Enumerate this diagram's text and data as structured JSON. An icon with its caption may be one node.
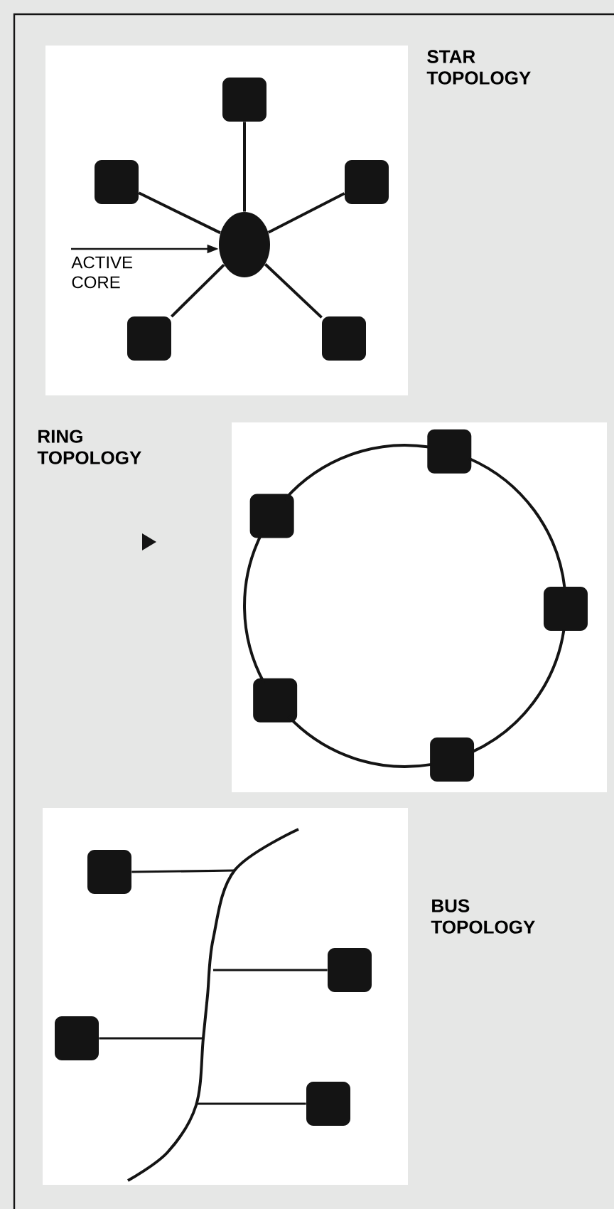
{
  "diagram": {
    "nodes": [
      {
        "text": [],
        "shape": "box"
      },
      {
        "text": [],
        "shape": "box",
        "in": 0
      },
      {
        "text": [],
        "shape": "box",
        "in": 0
      },
      {
        "text": [],
        "shape": "box",
        "in": 0
      },
      {
        "text": [],
        "shape": "circle",
        "in": 0
      },
      {
        "text": [
          "ACTIVE CORE"
        ],
        "in": 0
      },
      {
        "text": [],
        "shape": "box",
        "in": 0
      },
      {
        "text": [],
        "shape": "box",
        "in": 0
      },
      {
        "text": [],
        "shape": "box"
      },
      {
        "text": [],
        "shape": "box",
        "in": 8
      },
      {
        "text": [],
        "shape": "box",
        "in": 8
      },
      {
        "text": [],
        "shape": "box",
        "in": 8
      },
      {
        "text": [],
        "shape": "box",
        "in": 8
      },
      {
        "text": [],
        "shape": "box",
        "in": 8
      },
      {
        "text": [],
        "shape": "box"
      },
      {
        "text": [],
        "shape": "line",
        "in": 14
      },
      {
        "text": [],
        "shape": "box",
        "in": 14
      },
      {
        "text": [],
        "shape": "box",
        "in": 14
      },
      {
        "text": [],
        "shape": "box",
        "in": 14
      },
      {
        "text": [],
        "shape": "box",
        "in": 14
      }
    ],
    "edges": [
      {
        "from": 4,
        "to": 1,
        "arrow": "none"
      },
      {
        "from": 4,
        "to": 2,
        "arrow": "none"
      },
      {
        "from": 4,
        "to": 3,
        "arrow": "none"
      },
      {
        "from": 4,
        "to": 6,
        "arrow": "none"
      },
      {
        "from": 4,
        "to": 7,
        "arrow": "none"
      },
      {
        "from": 5,
        "to": 4,
        "arrow": "to"
      },
      {
        "from": 9,
        "to": 11,
        "arrow": "none"
      },
      {
        "from": 11,
        "to": 13,
        "arrow": "none"
      },
      {
        "from": 13,
        "to": 12,
        "arrow": "none"
      },
      {
        "from": 12,
        "to": 10,
        "arrow": "none"
      },
      {
        "from": 10,
        "to": 9,
        "arrow": "none"
      },
      {
        "from": 16,
        "to": 15,
        "arrow": "none"
      },
      {
        "from": 15,
        "to": 17,
        "arrow": "none"
      },
      {
        "from": 18,
        "to": 15,
        "arrow": "none"
      },
      {
        "from": 15,
        "to": 19,
        "arrow": "none"
      }
    ],
    "labels": [
      "STAR TOPOLOGY",
      "RING TOPOLOGY",
      "BUS TOPOLOGY"
    ]
  }
}
